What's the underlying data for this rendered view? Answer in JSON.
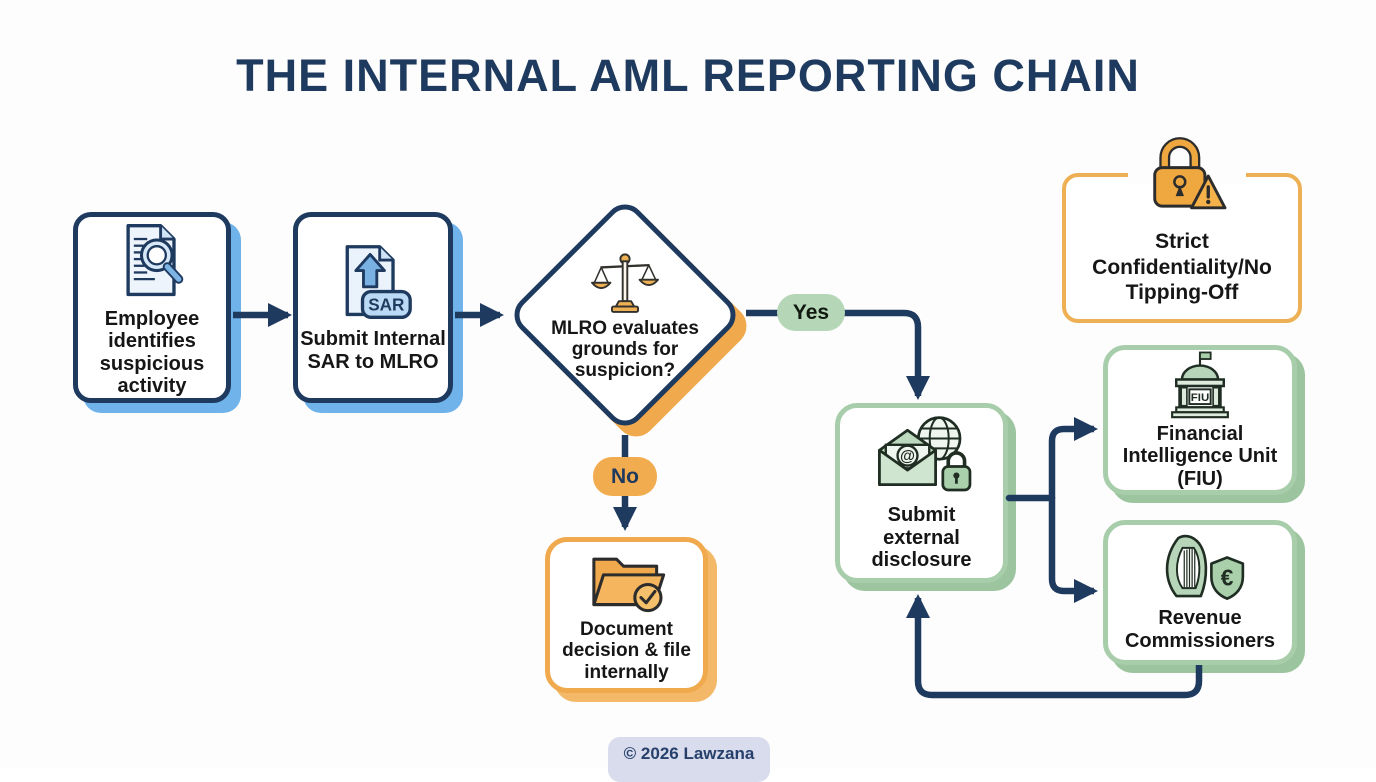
{
  "title": "THE INTERNAL AML REPORTING CHAIN",
  "footer": {
    "text": "© 2026 Lawzana"
  },
  "decision_labels": {
    "yes": "Yes",
    "no": "No"
  },
  "nodes": {
    "employee": {
      "label": "Employee identifies suspicious activity",
      "icon": "document-magnifier-icon"
    },
    "submit_sar": {
      "label": "Submit Internal SAR to MLRO",
      "icon": "sar-upload-document-icon",
      "badge": "SAR"
    },
    "mlro_decision": {
      "label": "MLRO evaluates grounds for suspicion?",
      "icon": "justice-scales-icon"
    },
    "confidentiality_note": {
      "label": "Strict Confidentiality/No Tipping-Off",
      "icon": "padlock-warning-icon"
    },
    "external_disclosure": {
      "label": "Submit external disclosure",
      "icon": "mail-globe-lock-icon"
    },
    "document_internally": {
      "label": "Document decision & file internally",
      "icon": "folder-check-icon"
    },
    "fiu": {
      "label": "Financial Intelligence Unit (FIU)",
      "icon": "government-building-icon",
      "building_sign": "FIU"
    },
    "revenue": {
      "label": "Revenue Commissioners",
      "icon": "harp-euro-shield-icon",
      "currency": "€"
    }
  },
  "flow": [
    {
      "from": "employee",
      "to": "submit_sar",
      "label": ""
    },
    {
      "from": "submit_sar",
      "to": "mlro_decision",
      "label": ""
    },
    {
      "from": "mlro_decision",
      "to": "external_disclosure",
      "label": "Yes"
    },
    {
      "from": "mlro_decision",
      "to": "document_internally",
      "label": "No"
    },
    {
      "from": "external_disclosure",
      "to": "fiu",
      "label": ""
    },
    {
      "from": "external_disclosure",
      "to": "revenue",
      "label": ""
    },
    {
      "from": "revenue",
      "to": "external_disclosure",
      "label": ""
    }
  ],
  "colors": {
    "navy": "#1e3a5f",
    "blue_shadow": "#6fb3ea",
    "orange": "#f0a94d",
    "green": "#a8cdaa",
    "green_pill": "#b5d6b7",
    "footer_bg": "#d8dcec"
  }
}
